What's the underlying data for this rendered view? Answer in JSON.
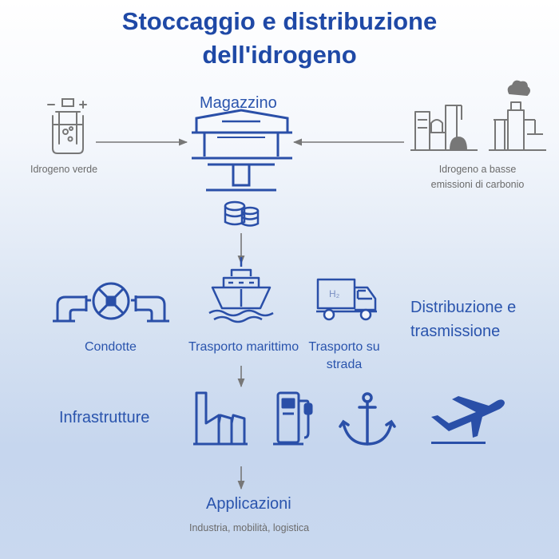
{
  "title": {
    "line1": "Stoccaggio e distribuzione",
    "line2": "dell'idrogeno"
  },
  "storage": {
    "label": "Magazzino"
  },
  "sources": {
    "green": "Idrogeno verde",
    "low_carbon_line1": "Idrogeno a basse",
    "low_carbon_line2": "emissioni di carbonio"
  },
  "distribution": {
    "label_line1": "Distribuzione e",
    "label_line2": "trasmissione",
    "pipelines": "Condotte",
    "maritime": "Trasporto marittimo",
    "road_line1": "Trasporto su",
    "road_line2": "strada",
    "truck_tag": "H₂"
  },
  "infrastructure": {
    "label": "Infrastrutture"
  },
  "applications": {
    "label": "Applicazioni",
    "sublabel": "Industria, mobilità, logistica"
  },
  "colors": {
    "primary_blue": "#1f49a6",
    "gray": "#6b6b6b"
  }
}
